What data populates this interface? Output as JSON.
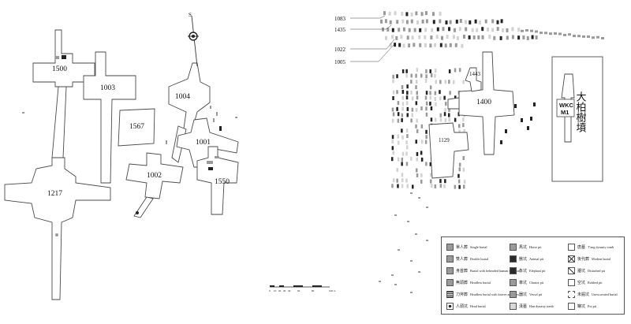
{
  "tomb_labels": {
    "t1500": "1500",
    "t1003": "1003",
    "t1004": "1004",
    "t1567": "1567",
    "t1001": "1001",
    "t1002": "1002",
    "t1550": "1550",
    "t1217": "1217",
    "t1400": "1400",
    "t1443": "1443",
    "t1129": "1129"
  },
  "side_labels": [
    "1083",
    "1435",
    "1022",
    "1005"
  ],
  "compass_letter": "S",
  "wkc": {
    "code_line1": "WKC",
    "code_line2": "M1",
    "name_zh": "大柏樹墳"
  },
  "scale_bar": {
    "ticks": [
      "0",
      "10",
      "20",
      "30",
      "40",
      "60",
      "80",
      "100 m"
    ]
  },
  "legend": {
    "items": [
      {
        "zh": "單人葬",
        "en": "Single burial",
        "symbol": "gray-square"
      },
      {
        "zh": "雙人葬",
        "en": "Double burial",
        "symbol": "gray-square"
      },
      {
        "zh": "身首葬",
        "en": "Burial with beheaded human skeleton",
        "symbol": "gray-square"
      },
      {
        "zh": "無頭葬",
        "en": "Headless burial",
        "symbol": "gray-square"
      },
      {
        "zh": "刀斧葬",
        "en": "Headless burial with knives and axes",
        "symbol": "striped-square"
      },
      {
        "zh": "人頭坑",
        "en": "Head burial",
        "symbol": "dot-square"
      },
      {
        "zh": "馬坑",
        "en": "Horse pit",
        "symbol": "gray-square"
      },
      {
        "zh": "獸坑",
        "en": "Animal pit",
        "symbol": "dark-square"
      },
      {
        "zh": "象坑",
        "en": "Elephant pit",
        "symbol": "dark-square"
      },
      {
        "zh": "車坑",
        "en": "Chariot pit",
        "symbol": "gray-square"
      },
      {
        "zh": "器坑",
        "en": "Vessel pit",
        "symbol": "gray-square"
      },
      {
        "zh": "漢墓",
        "en": "Han dynasty tomb",
        "symbol": "light-square"
      },
      {
        "zh": "唐墓",
        "en": "T'ang dynasty tomb",
        "symbol": "outline-square"
      },
      {
        "zh": "後代葬",
        "en": "Modern burial",
        "symbol": "cross-square"
      },
      {
        "zh": "擾坑",
        "en": "Disturbed pit",
        "symbol": "slash-square"
      },
      {
        "zh": "空坑",
        "en": "Robbed pit",
        "symbol": "outline-square"
      },
      {
        "zh": "未掘坑",
        "en": "Unexcavated burial",
        "symbol": "dashed-square"
      },
      {
        "zh": "罐坑",
        "en": "Pot pit",
        "symbol": "outline-square"
      }
    ]
  }
}
